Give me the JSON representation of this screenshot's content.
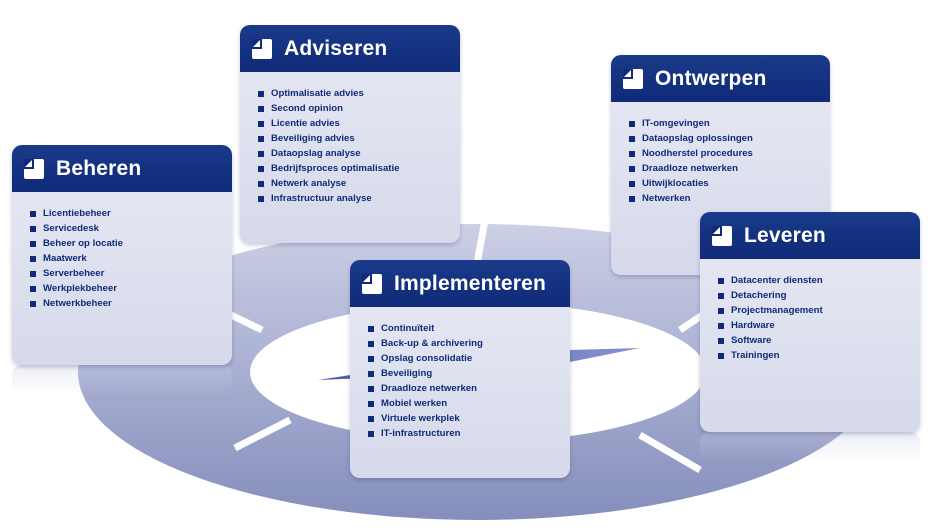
{
  "phases": [
    {
      "id": "beheren",
      "title": "Beheren",
      "items": [
        "Licentiebeheer",
        "Servicedesk",
        "Beheer op locatie",
        "Maatwerk",
        "Serverbeheer",
        "Werkplekbeheer",
        "Netwerkbeheer"
      ]
    },
    {
      "id": "adviseren",
      "title": "Adviseren",
      "items": [
        "Optimalisatie advies",
        "Second opinion",
        "Licentie advies",
        "Beveiliging advies",
        "Dataopslag analyse",
        "Bedrijfsproces optimalisatie",
        "Netwerk analyse",
        "Infrastructuur analyse"
      ]
    },
    {
      "id": "ontwerpen",
      "title": "Ontwerpen",
      "items": [
        "IT-omgevingen",
        "Dataopslag oplossingen",
        "Noodherstel procedures",
        "Draadloze netwerken",
        "Uitwijklocaties",
        "Netwerken"
      ]
    },
    {
      "id": "leveren",
      "title": "Leveren",
      "items": [
        "Datacenter diensten",
        "Detachering",
        "Projectmanagement",
        "Hardware",
        "Software",
        "Trainingen"
      ]
    },
    {
      "id": "implementeren",
      "title": "Implementeren",
      "items": [
        "Continuïteit",
        "Back-up & archivering",
        "Opslag consolidatie",
        "Beveiliging",
        "Draadloze netwerken",
        "Mobiel werken",
        "Virtuele werkplek",
        "IT-infrastructuren"
      ]
    }
  ],
  "colors": {
    "header": "#0f2a78",
    "text": "#0f2a78",
    "card": "#dfe2ef",
    "ring": "#8b94c4"
  }
}
